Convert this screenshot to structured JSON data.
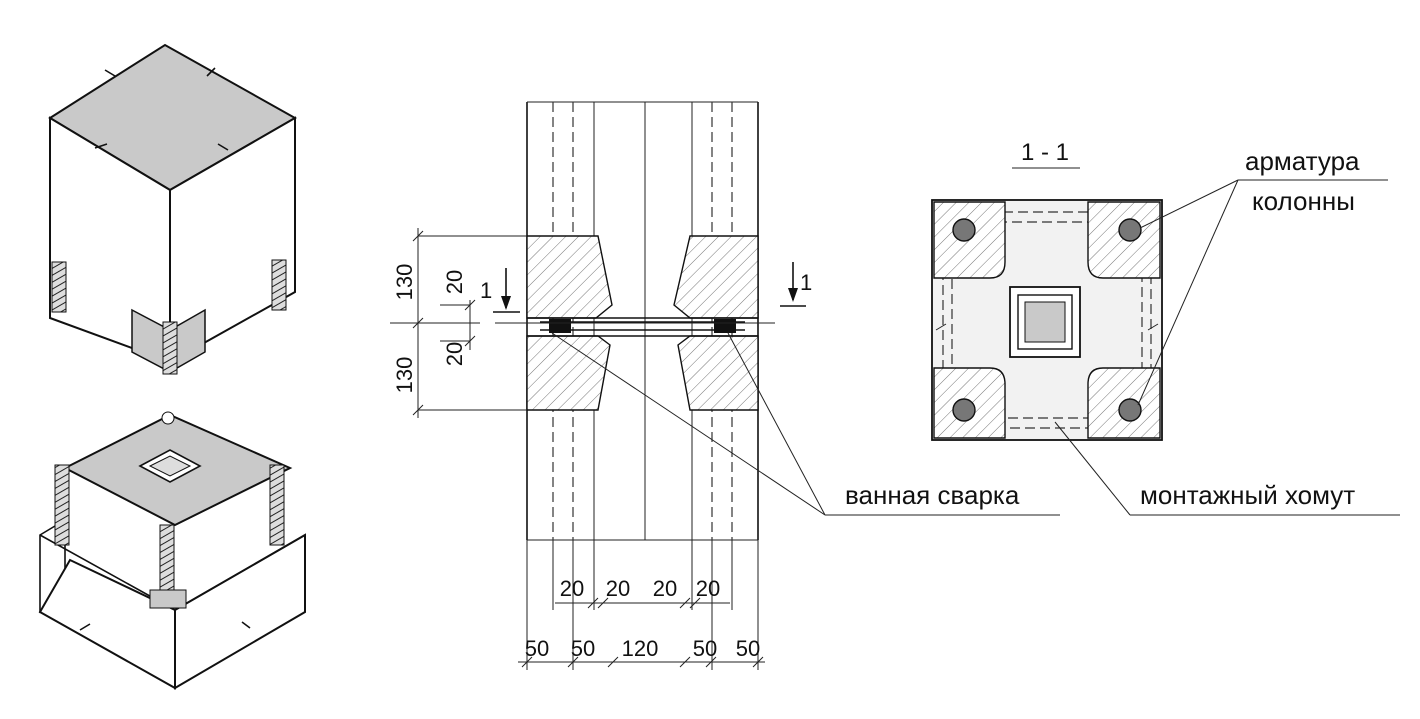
{
  "section": {
    "title": "1 - 1",
    "cut_marker": "1"
  },
  "callouts": {
    "reinforcement_line1": "арматура",
    "reinforcement_line2": "колонны",
    "bath_welding": "ванная сварка",
    "mounting_clamp": "монтажный хомут"
  },
  "dimensions": {
    "vertical": [
      "130",
      "20",
      "20",
      "130"
    ],
    "horizontal_inner": [
      "20",
      "20",
      "20",
      "20"
    ],
    "horizontal_outer": [
      "50",
      "50",
      "120",
      "50",
      "50"
    ]
  },
  "icons": [
    "column-top-isometric",
    "column-bottom-isometric",
    "section-cut-arrow"
  ]
}
